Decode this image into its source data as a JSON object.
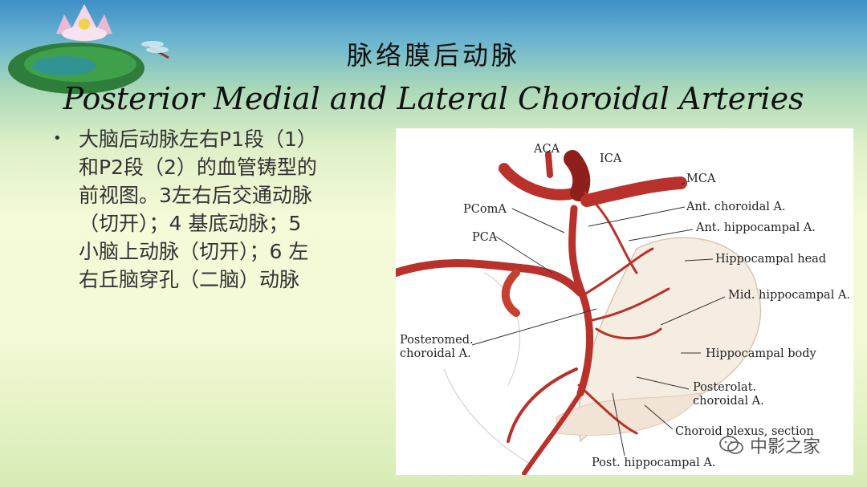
{
  "slide": {
    "title_cn": "脉络膜后动脉",
    "title_en": "Posterior Medial and Lateral Choroidal Arteries",
    "bullet_text": "大脑后动脉左右P1段（1）和P2段（2）的血管铸型的前视图。3左右后交通动脉（切开）；4 基底动脉；5 小脑上动脉（切开）；6 左右丘脑穿孔（二脑）动脉"
  },
  "figure": {
    "labels": {
      "aca": "ACA",
      "ica": "ICA",
      "mca": "MCA",
      "pcoma": "PComA",
      "pca": "PCA",
      "ant_choroidal": "Ant. choroidal A.",
      "ant_hippocampal": "Ant. hippocampal A.",
      "hippocampal_head": "Hippocampal head",
      "mid_hippocampal": "Mid. hippocampal A.",
      "posteromed_1": "Posteromed.",
      "posteromed_2": "choroidal A.",
      "hippocampal_body": "Hippocampal body",
      "posterolat_1": "Posterolat.",
      "posterolat_2": "choroidal A.",
      "choroid_plexus": "Choroid plexus, section",
      "post_hippocampal": "Post. hippocampal A."
    }
  },
  "watermark": {
    "text": "中影之家",
    "icon": "wechat-icon"
  },
  "colors": {
    "artery": "#b8312a",
    "artery_dark": "#8e1f1a",
    "label": "#222222"
  }
}
